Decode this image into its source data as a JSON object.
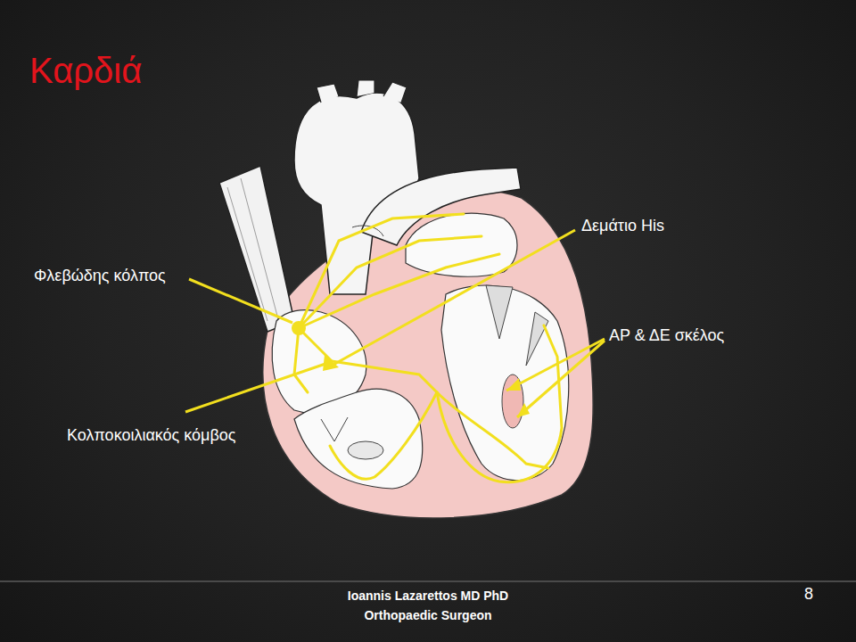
{
  "diagram": {
    "title": "Καρδιά",
    "labels": [
      "Δεμάτιο His",
      "Φλεβώδης κόλπος",
      "ΑΡ & ΔΕ σκέλος",
      "Κολποκοιλιακός κόμβος",
      "Ioannis Lazarettos MD PhD",
      "Orthopaedic Surgeon",
      "8"
    ]
  }
}
